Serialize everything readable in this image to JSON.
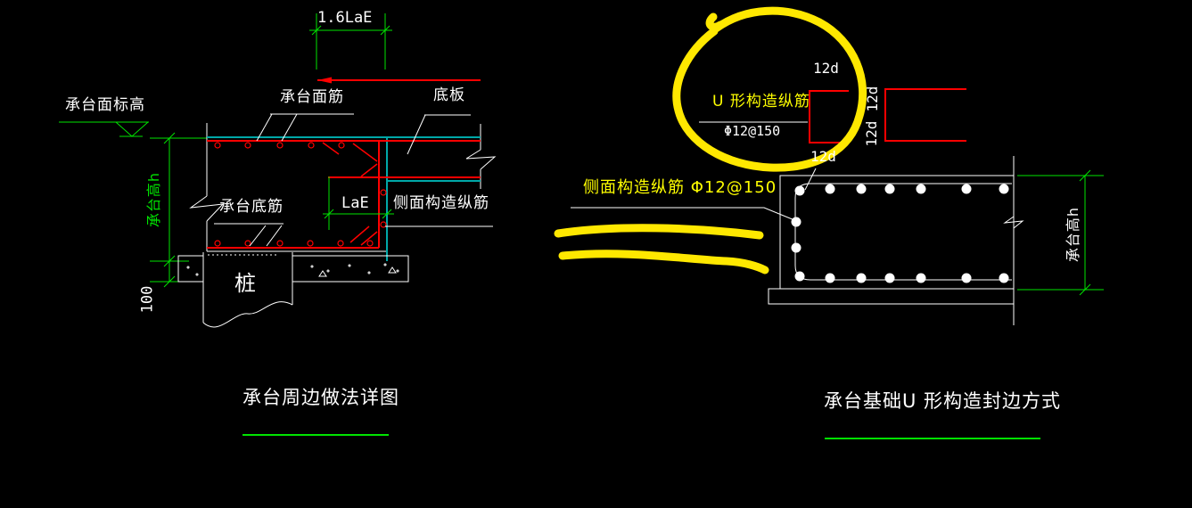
{
  "colors": {
    "background": "#000000",
    "dimension_green": "#00e400",
    "rebar_red": "#ff0000",
    "concrete_teal": "#00a8a8",
    "drawing_white": "#ffffff",
    "annotation_yellow": "#ffff00",
    "marker_yellow": "#ffe800"
  },
  "left_drawing": {
    "title": "承台周边做法详图",
    "labels": {
      "elevation": "承台面标高",
      "top_rebar": "承台面筋",
      "slab": "底板",
      "bottom_rebar": "承台底筋",
      "side_rebar": "侧面构造纵筋",
      "pile": "桩"
    },
    "dims": {
      "top_extension": "1.6LaE",
      "anchorage": "LaE",
      "cap_height": "承台高h",
      "bedding": "100"
    }
  },
  "right_drawing": {
    "title": "承台基础U 形构造封边方式",
    "labels": {
      "u_bar": "U 形构造纵筋",
      "u_bar_spec": "Φ12@150",
      "side_bar": "侧面构造纵筋 Φ12@150"
    },
    "dims": {
      "hook_length": "12d",
      "cap_height": "承台高h"
    }
  }
}
